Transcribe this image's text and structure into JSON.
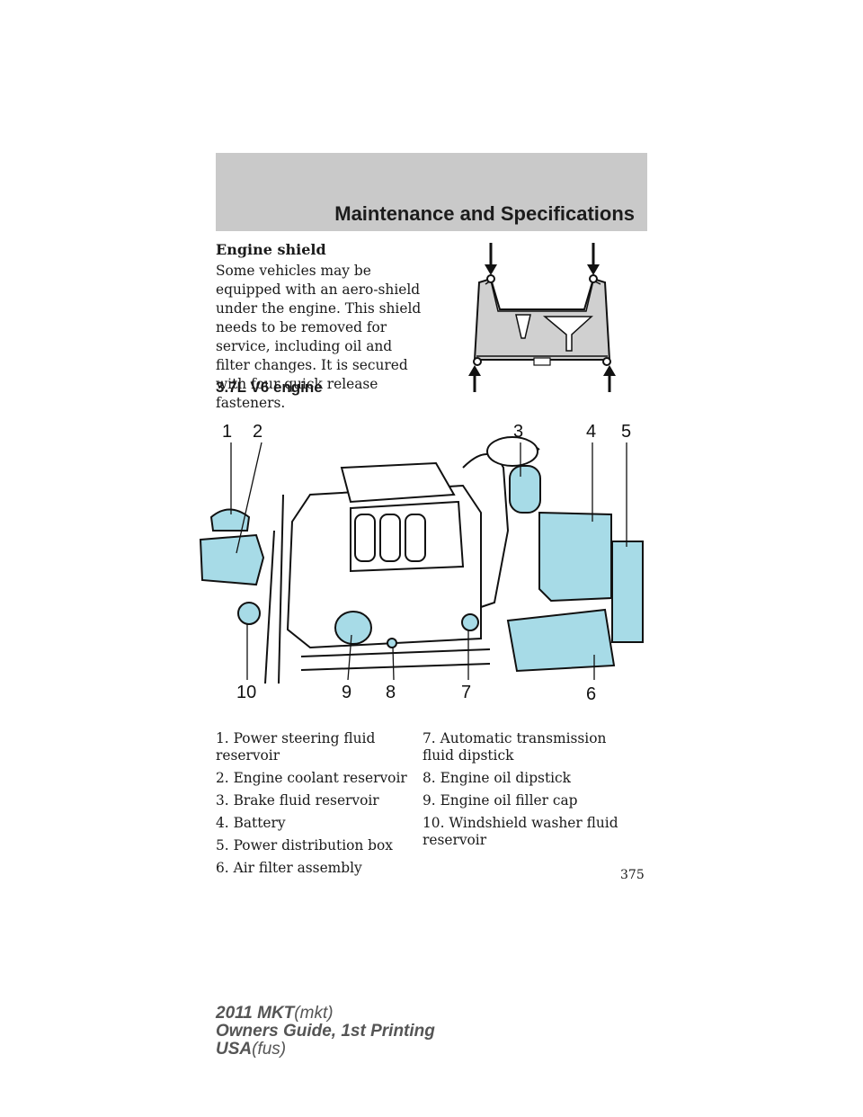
{
  "header": {
    "section_title": "Maintenance and Specifications"
  },
  "engine_shield": {
    "heading": "Engine shield",
    "body": "Some vehicles may be equipped with an aero-shield under the engine. This shield needs to be removed for service, including oil and filter changes. It is secured with four quick release fasteners."
  },
  "engine": {
    "heading": "3.7L V6 engine",
    "callouts": [
      "1",
      "2",
      "3",
      "4",
      "5",
      "6",
      "7",
      "8",
      "9",
      "10"
    ],
    "legend_left": [
      "1. Power steering fluid reservoir",
      "2. Engine coolant reservoir",
      "3. Brake fluid reservoir",
      "4. Battery",
      "5. Power distribution box",
      "6. Air filter assembly"
    ],
    "legend_right": [
      "7. Automatic transmission fluid dipstick",
      "8. Engine oil dipstick",
      "9. Engine oil filler cap",
      "10. Windshield washer fluid reservoir"
    ]
  },
  "page_number": "375",
  "footer": {
    "model": "2011 MKT",
    "model_code": "(mkt)",
    "guide": "Owners Guide, 1st Printing",
    "market": "USA",
    "market_code": "(fus)"
  },
  "colors": {
    "highlight": "#a7dbe7",
    "header_band": "#c9c9c9"
  }
}
